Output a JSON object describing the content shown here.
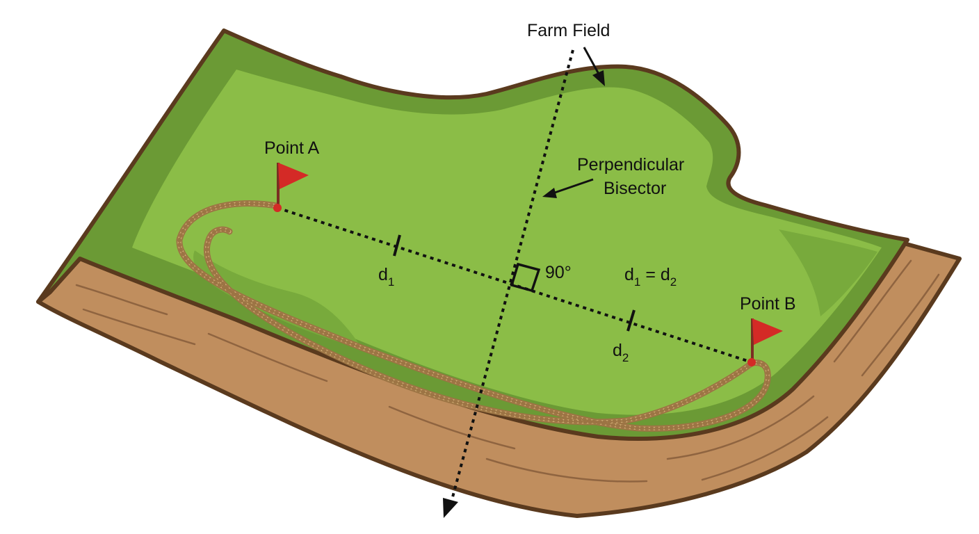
{
  "labels": {
    "farm_field": "Farm Field",
    "point_a": "Point A",
    "point_b": "Point B",
    "bisector_line1": "Perpendicular",
    "bisector_line2": "Bisector",
    "angle": "90°",
    "d1_main": "d",
    "d1_sub": "1",
    "d2_main": "d",
    "d2_sub": "2",
    "eq_d1_main": "d",
    "eq_d1_sub": "1",
    "eq_mid": " = d",
    "eq_d2_sub": "2"
  },
  "colors": {
    "outline": "#5a3a1e",
    "field_border": "#6b9a35",
    "field_inner": "#8bbd47",
    "field_shade": "#78aa3c",
    "path": "#c08e5e",
    "path_grain": "#8f6440",
    "rope": "#d8b47a",
    "rope_dark": "#9c7444",
    "flag": "#d42a26",
    "flag_stick": "#7a2e22"
  }
}
